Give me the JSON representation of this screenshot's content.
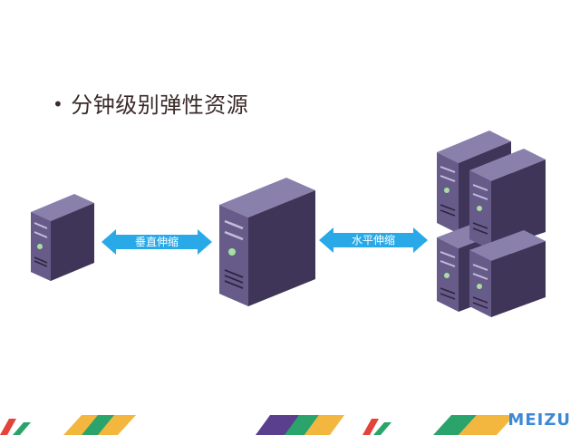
{
  "slide": {
    "bullet": "•",
    "title": "分钟级别弹性资源"
  },
  "arrows": {
    "vertical_label": "垂直伸缩",
    "horizontal_label": "水平伸缩"
  },
  "brand": {
    "logo_text": "MEIZU"
  },
  "colors": {
    "server_front": "#6a5f8c",
    "server_side": "#3f3558",
    "server_top": "#8a80ac",
    "arrow": "#29a9e8",
    "logo": "#3c89d6"
  },
  "icons": [
    "server-icon",
    "double-arrow-icon"
  ]
}
